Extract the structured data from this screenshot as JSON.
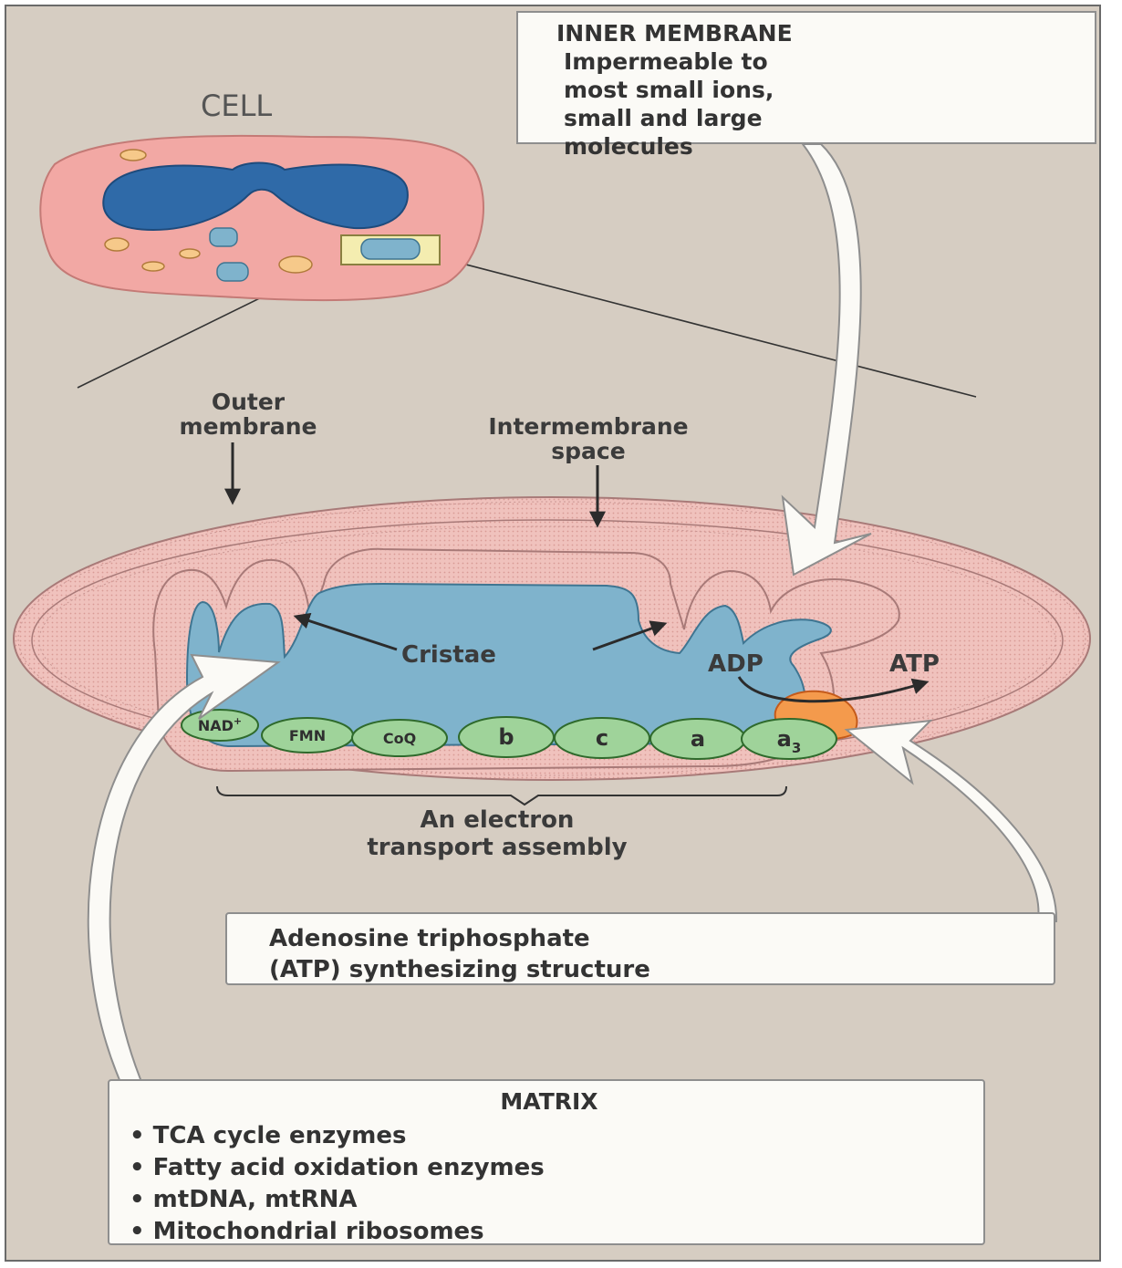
{
  "labels": {
    "cell": "CELL",
    "outer_membrane": [
      "Outer",
      "membrane"
    ],
    "intermembrane_space": [
      "Intermembrane",
      "space"
    ],
    "cristae": "Cristae",
    "adp": "ADP",
    "atp": "ATP",
    "electron_transport": [
      "An electron",
      "transport assembly"
    ]
  },
  "carriers": [
    "NAD+",
    "FMN",
    "CoQ",
    "b",
    "c",
    "a",
    "a3"
  ],
  "inner_membrane_box": {
    "title": "INNER MEMBRANE",
    "lines": [
      "Impermeable to",
      "most small ions,",
      "small and large",
      "molecules"
    ]
  },
  "atp_box": {
    "lines": [
      "Adenosine triphosphate",
      "(ATP) synthesizing structure"
    ]
  },
  "matrix_box": {
    "title": "MATRIX",
    "items": [
      "• TCA cycle enzymes",
      "• Fatty acid oxidation enzymes",
      "• mtDNA, mtRNA",
      "• Mitochondrial ribosomes"
    ]
  },
  "colors": {
    "background": "#d6cdc2",
    "cytoplasm": "#f2a8a4",
    "nucleus": "#2f6aa8",
    "matrix": "#7fb3cc",
    "membrane": "#f0c2bd",
    "carrier": "#9fd39a",
    "atp_synthase": "#f49a4c"
  }
}
